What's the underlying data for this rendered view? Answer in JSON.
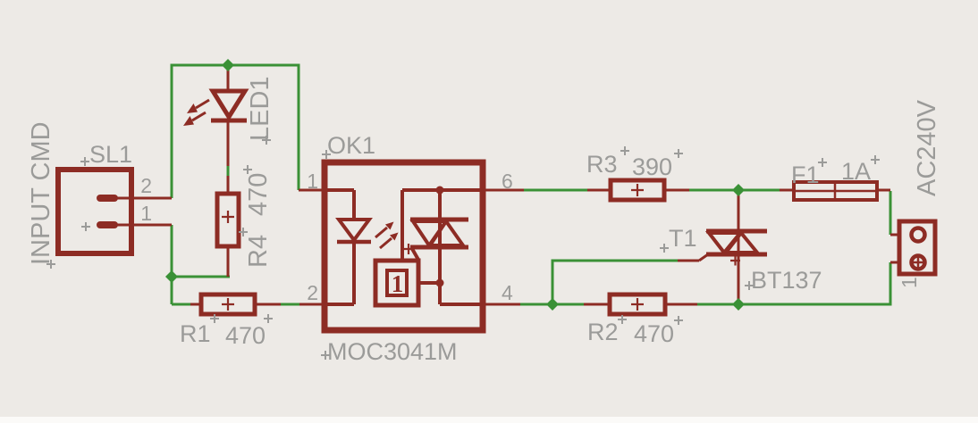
{
  "colors": {
    "background": "#edeae6",
    "component_red": "#8d2c24",
    "net_green": "#3a9136",
    "label_gray": "#9b9b99"
  },
  "schematic": {
    "input_connector": {
      "ref": "SL1",
      "label": "INPUT CMD",
      "pin_top": "2",
      "pin_bottom": "1"
    },
    "led": {
      "ref": "LED1"
    },
    "r4": {
      "ref": "R4",
      "value": "470"
    },
    "r1": {
      "ref": "R1",
      "value": "470"
    },
    "optocoupler": {
      "ref": "OK1",
      "part": "MOC3041M",
      "pin1": "1",
      "pin2": "2",
      "pin6": "6",
      "pin4": "4",
      "zero_cross": "1"
    },
    "r3": {
      "ref": "R3",
      "value": "390"
    },
    "r2": {
      "ref": "R2",
      "value": "470"
    },
    "triac": {
      "ref": "T1",
      "part": "BT137"
    },
    "fuse": {
      "ref": "F1",
      "value": "1A"
    },
    "ac_connector": {
      "label": "AC240V",
      "pin": "1"
    }
  }
}
